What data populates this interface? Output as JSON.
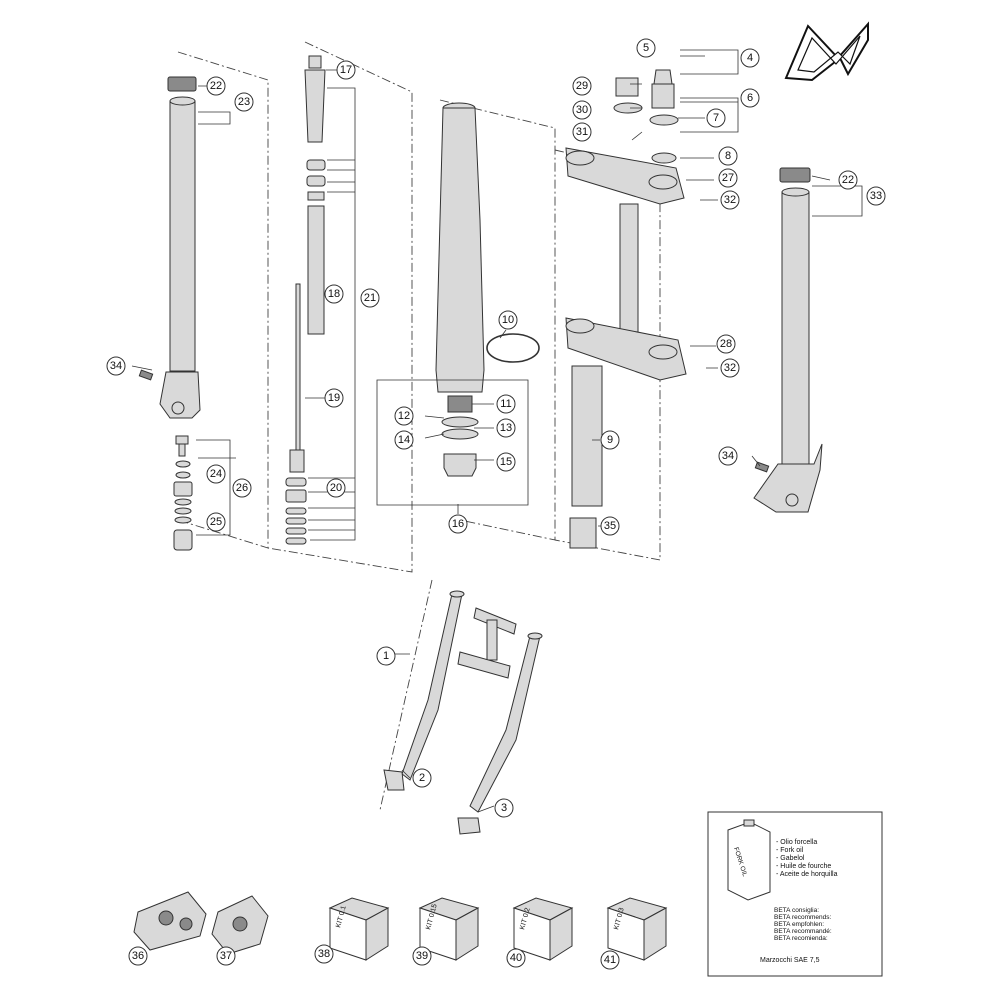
{
  "callouts": {
    "c1": "1",
    "c2": "2",
    "c3": "3",
    "c4": "4",
    "c5": "5",
    "c6": "6",
    "c7": "7",
    "c8": "8",
    "c9": "9",
    "c10": "10",
    "c11": "11",
    "c12": "12",
    "c13": "13",
    "c14": "14",
    "c15": "15",
    "c16": "16",
    "c17": "17",
    "c18": "18",
    "c19": "19",
    "c20": "20",
    "c21": "21",
    "c22a": "22",
    "c22b": "22",
    "c23": "23",
    "c24": "24",
    "c25": "25",
    "c26": "26",
    "c27": "27",
    "c28": "28",
    "c29": "29",
    "c30": "30",
    "c31": "31",
    "c32a": "32",
    "c32b": "32",
    "c33": "33",
    "c34a": "34",
    "c34b": "34",
    "c35": "35",
    "c36": "36",
    "c37": "37",
    "c38": "38",
    "c39": "39",
    "c40": "40",
    "c41": "41"
  },
  "kits": {
    "k38": "KIT 0.1",
    "k39": "KIT 0.15",
    "k40": "KIT 0.2",
    "k41": "KIT 0.3"
  },
  "oil_box": {
    "can_label": "FORK OIL",
    "languages": [
      "- Olio forcella",
      "- Fork oil",
      "- Gabelol",
      "- Huile de fourche",
      "- Aceite de horquilla"
    ],
    "recommend": [
      "BETA consiglia:",
      "BETA recommends:",
      "BETA empfohlen:",
      "BETA recommandé:",
      "BETA recomienda:"
    ],
    "oil_spec": "Marzocchi SAE 7,5"
  }
}
